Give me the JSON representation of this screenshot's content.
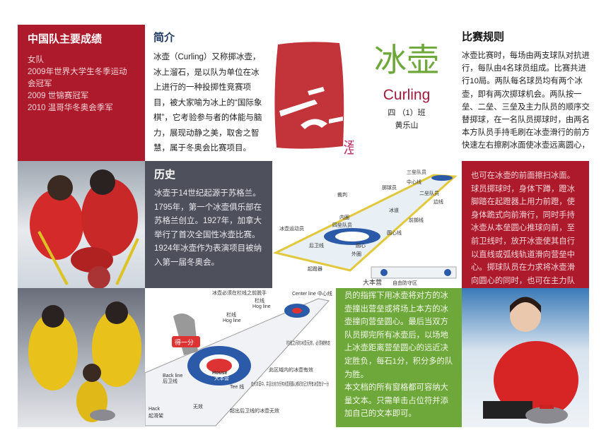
{
  "achievements": {
    "title": "中国队主要成绩",
    "lines": [
      "女队",
      "2009年世界大学生冬季运动会冠军",
      "2009 世锦赛冠军",
      "2010 温哥华冬奥会季军"
    ]
  },
  "intro": {
    "title": "简介",
    "text": "冰壶（Curling）又称掷冰壶，冰上溜石，是以队为单位在冰上进行的一种投掷性竞赛项目，被大家喻为冰上的“国际象棋”，它考验参与者的体能与脑力，展现动静之美，取舍之智慧，属于冬奥会比赛项目。"
  },
  "header": {
    "title": "冰壶",
    "subtitle": "Curling",
    "class": "四 （1）班",
    "author": "黄乐山",
    "title_color": "#6ea83a",
    "subtitle_color": "#a01a3a",
    "logo_color": "#c2343a"
  },
  "rules": {
    "title": "比赛规则",
    "text": "冰壶比赛时，每场由两支球队对抗进行，每队由4名球员组成。比赛共进行10局。两队每名球员均有两个冰壶，即有两次掷球机会。两队按一垒、二垒、三垒及主力队员的顺序交替掷球，在一名队员掷球时，由两名本方队员手持毛刷在冰壶滑行的前方快速左右擦刷冰面使冰壶远离圆心，"
  },
  "rules_cont": {
    "text": "也可在冰壶的前面擦扫冰面。球员掷球时，身体下蹲，蹬冰脚踏在起蹬器上用力前蹬，使身体跪式向前滑行，同时手持冰壶从本垒圆心推球向前，至前卫线时，放开冰壶使其自行以直线或弧线轨道滑向营垒中心。掷球队员在力求将冰壶滑向圆心的同时，也可在主力队"
  },
  "rules_end": {
    "text": "员的指挥下用冰壶将对方的冰壶撞出营垒或将场上本方的冰壶撞向营垒圆心。最后当双方队员掷完所有冰壶后，以场地上冰壶距离营垒圆心的远近决定胜负，每石1分，积分多的队为胜。",
    "note": "本文档的所有窗格都可容纳大量文本。只需单击占位符并添加自己的文本即可。"
  },
  "history": {
    "title": "历史",
    "text": "冰壶于14世纪起源于苏格兰。1795年，第一个冰壶俱乐部在苏格兰创立。1927年，加拿大举行了首次全国性冰壶比赛。1924年冰壶作为表演项目被纳入第一届冬奥会。"
  },
  "diagram1": {
    "labels": [
      "三垒队员",
      "中心线",
      "掷球员",
      "二垒队员",
      "裁判",
      "边线",
      "冰道",
      "内圈",
      "前掷线",
      "四垒队员",
      "圆心线",
      "冰壶运动员",
      "后卫线",
      "圆心",
      "外圈",
      "起蹬器",
      "大本营",
      "自由防守区"
    ]
  },
  "diagram2": {
    "labels": [
      "冰壶必须在栏线之前脱手",
      "Center line 中心线",
      "栏线",
      "Hog line",
      "栏线",
      "Hog line",
      "得一分",
      "栏线之间的冰壶无效，必须被移走",
      "House",
      "大本营",
      "此区域内的冰壶有效",
      "Back line",
      "后卫线",
      "Tee 线",
      "在大本营中，并且比对方任何冰壶距圆心都近的己方所有冰壶皆计一分",
      "无效",
      "Hack",
      "起滑架",
      "超出后卫线的冰壶无效"
    ]
  }
}
